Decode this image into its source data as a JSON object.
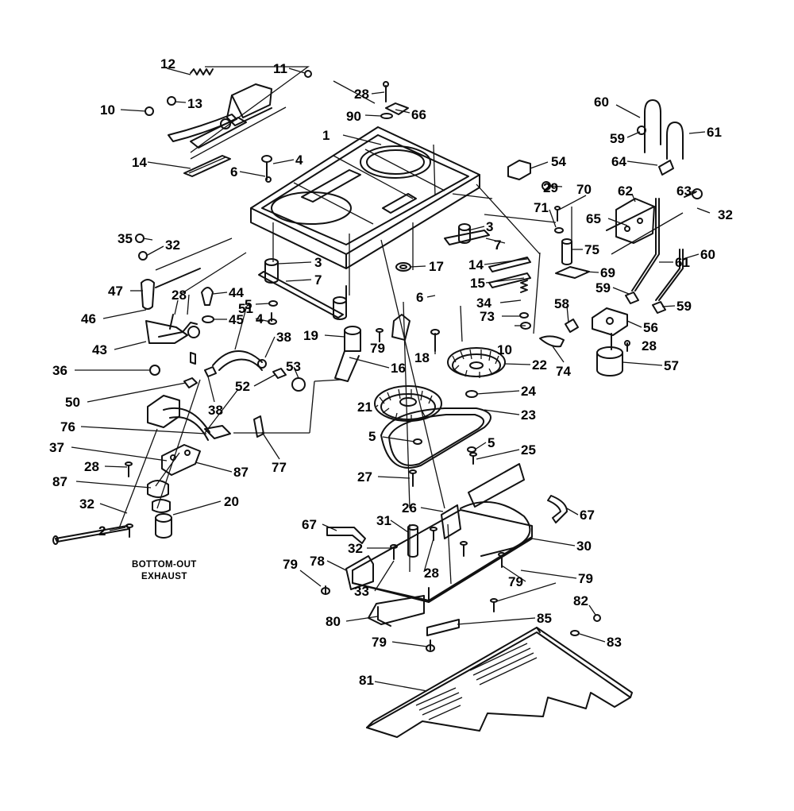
{
  "notes": {
    "line1": "BOTTOM-OUT",
    "line2": "EXHAUST"
  },
  "callouts": [
    {
      "id": "c12",
      "text": "12"
    },
    {
      "id": "c11",
      "text": "11"
    },
    {
      "id": "c10",
      "text": "10"
    },
    {
      "id": "c13",
      "text": "13"
    },
    {
      "id": "c28a",
      "text": "28"
    },
    {
      "id": "c90",
      "text": "90"
    },
    {
      "id": "c66",
      "text": "66"
    },
    {
      "id": "c1",
      "text": "1"
    },
    {
      "id": "c60a",
      "text": "60"
    },
    {
      "id": "c59a",
      "text": "59"
    },
    {
      "id": "c61a",
      "text": "61"
    },
    {
      "id": "c14a",
      "text": "14"
    },
    {
      "id": "c4a",
      "text": "4"
    },
    {
      "id": "c6a",
      "text": "6"
    },
    {
      "id": "c54",
      "text": "54"
    },
    {
      "id": "c64",
      "text": "64"
    },
    {
      "id": "c29",
      "text": "29"
    },
    {
      "id": "c70",
      "text": "70"
    },
    {
      "id": "c63",
      "text": "63"
    },
    {
      "id": "c62",
      "text": "62"
    },
    {
      "id": "c32a",
      "text": "32"
    },
    {
      "id": "c71",
      "text": "71"
    },
    {
      "id": "c65",
      "text": "65"
    },
    {
      "id": "c3a",
      "text": "3"
    },
    {
      "id": "c7a",
      "text": "7"
    },
    {
      "id": "c35",
      "text": "35"
    },
    {
      "id": "c32b",
      "text": "32"
    },
    {
      "id": "c75",
      "text": "75"
    },
    {
      "id": "c61b",
      "text": "61"
    },
    {
      "id": "c60b",
      "text": "60"
    },
    {
      "id": "c14b",
      "text": "14"
    },
    {
      "id": "c3b",
      "text": "3"
    },
    {
      "id": "c17",
      "text": "17"
    },
    {
      "id": "c69",
      "text": "69"
    },
    {
      "id": "c7b",
      "text": "7"
    },
    {
      "id": "c47",
      "text": "47"
    },
    {
      "id": "c15",
      "text": "15"
    },
    {
      "id": "c59b",
      "text": "59"
    },
    {
      "id": "c28b",
      "text": "28"
    },
    {
      "id": "c44",
      "text": "44"
    },
    {
      "id": "c6b",
      "text": "6"
    },
    {
      "id": "c34",
      "text": "34"
    },
    {
      "id": "c59c",
      "text": "59"
    },
    {
      "id": "c5a",
      "text": "5"
    },
    {
      "id": "c46",
      "text": "46"
    },
    {
      "id": "c45",
      "text": "45"
    },
    {
      "id": "c4b",
      "text": "4"
    },
    {
      "id": "c73",
      "text": "73"
    },
    {
      "id": "c58",
      "text": "58"
    },
    {
      "id": "c56",
      "text": "56"
    },
    {
      "id": "c51",
      "text": "51"
    },
    {
      "id": "c43",
      "text": "43"
    },
    {
      "id": "c38a",
      "text": "38"
    },
    {
      "id": "c19",
      "text": "19"
    },
    {
      "id": "c79a",
      "text": "79"
    },
    {
      "id": "c10b",
      "text": "10"
    },
    {
      "id": "c28c",
      "text": "28"
    },
    {
      "id": "c18",
      "text": "18"
    },
    {
      "id": "c36",
      "text": "36"
    },
    {
      "id": "c53",
      "text": "53"
    },
    {
      "id": "c16",
      "text": "16"
    },
    {
      "id": "c22",
      "text": "22"
    },
    {
      "id": "c74",
      "text": "74"
    },
    {
      "id": "c57",
      "text": "57"
    },
    {
      "id": "c52",
      "text": "52"
    },
    {
      "id": "c50",
      "text": "50"
    },
    {
      "id": "c38b",
      "text": "38"
    },
    {
      "id": "c24",
      "text": "24"
    },
    {
      "id": "c21",
      "text": "21"
    },
    {
      "id": "c23",
      "text": "23"
    },
    {
      "id": "c76",
      "text": "76"
    },
    {
      "id": "c5b",
      "text": "5"
    },
    {
      "id": "c5c",
      "text": "5"
    },
    {
      "id": "c37",
      "text": "37"
    },
    {
      "id": "c25",
      "text": "25"
    },
    {
      "id": "c28d",
      "text": "28"
    },
    {
      "id": "c87a",
      "text": "87"
    },
    {
      "id": "c77",
      "text": "77"
    },
    {
      "id": "c27",
      "text": "27"
    },
    {
      "id": "c87b",
      "text": "87"
    },
    {
      "id": "c67a",
      "text": "67"
    },
    {
      "id": "c26",
      "text": "26"
    },
    {
      "id": "c32c",
      "text": "32"
    },
    {
      "id": "c20",
      "text": "20"
    },
    {
      "id": "c2",
      "text": "2"
    },
    {
      "id": "c67b",
      "text": "67"
    },
    {
      "id": "c31",
      "text": "31"
    },
    {
      "id": "c30",
      "text": "30"
    },
    {
      "id": "c32d",
      "text": "32"
    },
    {
      "id": "c79b",
      "text": "79"
    },
    {
      "id": "c78",
      "text": "78"
    },
    {
      "id": "c28e",
      "text": "28"
    },
    {
      "id": "c33",
      "text": "33"
    },
    {
      "id": "c79c",
      "text": "79"
    },
    {
      "id": "c79d",
      "text": "79"
    },
    {
      "id": "c82",
      "text": "82"
    },
    {
      "id": "c80",
      "text": "80"
    },
    {
      "id": "c85",
      "text": "85"
    },
    {
      "id": "c79e",
      "text": "79"
    },
    {
      "id": "c83",
      "text": "83"
    },
    {
      "id": "c81",
      "text": "81"
    }
  ]
}
